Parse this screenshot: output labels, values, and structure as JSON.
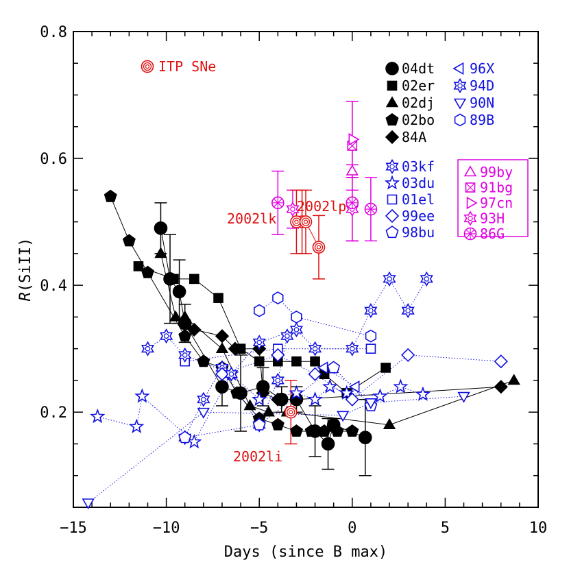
{
  "chart_data": {
    "type": "scatter",
    "xlabel": "Days (since B max)",
    "ylabel_prefix": "R",
    "ylabel_suffix": "(SiII)",
    "xlim": [
      -15,
      10
    ],
    "ylim": [
      0.05,
      0.8
    ],
    "xticks": [
      -15,
      -10,
      -5,
      0,
      5,
      10
    ],
    "yticks": [
      0.2,
      0.4,
      0.6,
      0.8
    ],
    "ytick_labels": [
      "0.2",
      "0.4",
      "0.6",
      "0.8"
    ],
    "grid": false,
    "colors": {
      "black": "#000000",
      "blue": "#1010e0",
      "magenta": "#e000e0",
      "red": "#e01010"
    },
    "itp_legend": "ITP SNe",
    "annotations": [
      "2002lp",
      "2002lk",
      "2002li"
    ],
    "series": [
      {
        "name": "04dt",
        "group": "black",
        "marker": "circle",
        "filled": true,
        "points": [
          [
            -10.3,
            0.49
          ],
          [
            -9.8,
            0.41
          ],
          [
            -9.3,
            0.39
          ],
          [
            -9.0,
            0.34
          ],
          [
            -7.0,
            0.24
          ],
          [
            -6.0,
            0.23
          ],
          [
            -4.8,
            0.24
          ],
          [
            -3.8,
            0.22
          ],
          [
            -3.0,
            0.22
          ],
          [
            -2.0,
            0.17
          ],
          [
            -1.3,
            0.15
          ],
          [
            -1.0,
            0.18
          ],
          [
            0.7,
            0.16
          ]
        ],
        "err": [
          0.04,
          0.07,
          0.05,
          0.03,
          0.03,
          0.06,
          0.03,
          0.02,
          0.02,
          0.04,
          0.04,
          0.01,
          0.06
        ]
      },
      {
        "name": "02er",
        "group": "black",
        "marker": "square",
        "filled": true,
        "points": [
          [
            -11.5,
            0.43
          ],
          [
            -9.6,
            0.41
          ],
          [
            -8.5,
            0.41
          ],
          [
            -7.2,
            0.38
          ],
          [
            -6.0,
            0.3
          ],
          [
            -5.0,
            0.28
          ],
          [
            -4.0,
            0.28
          ],
          [
            -3.0,
            0.28
          ],
          [
            -2.0,
            0.28
          ],
          [
            -1.5,
            0.26
          ],
          [
            -0.3,
            0.23
          ],
          [
            1.8,
            0.27
          ]
        ]
      },
      {
        "name": "02dj",
        "group": "black",
        "marker": "triangle",
        "filled": true,
        "points": [
          [
            -10.3,
            0.45
          ],
          [
            -9.5,
            0.35
          ],
          [
            -9.0,
            0.35
          ],
          [
            -7.0,
            0.3
          ],
          [
            -5.5,
            0.21
          ],
          [
            -4.5,
            0.2
          ],
          [
            -3.5,
            0.2
          ],
          [
            2.0,
            0.18
          ],
          [
            8.7,
            0.25
          ]
        ]
      },
      {
        "name": "02bo",
        "group": "black",
        "marker": "pentagon",
        "filled": true,
        "points": [
          [
            -13.0,
            0.54
          ],
          [
            -12.0,
            0.47
          ],
          [
            -11.0,
            0.42
          ],
          [
            -9.0,
            0.32
          ],
          [
            -8.0,
            0.28
          ],
          [
            -7.0,
            0.27
          ],
          [
            -6.2,
            0.23
          ],
          [
            -5.0,
            0.19
          ],
          [
            -4.0,
            0.18
          ],
          [
            -3.0,
            0.17
          ],
          [
            -2.2,
            0.17
          ],
          [
            -1.5,
            0.17
          ],
          [
            -0.8,
            0.17
          ],
          [
            0.0,
            0.17
          ]
        ]
      },
      {
        "name": "84A",
        "group": "black",
        "marker": "diamond",
        "filled": true,
        "points": [
          [
            -9.0,
            0.34
          ],
          [
            -8.5,
            0.33
          ],
          [
            -7.0,
            0.32
          ],
          [
            -6.3,
            0.3
          ],
          [
            -5.0,
            0.3
          ],
          [
            -4.8,
            0.23
          ],
          [
            -4.0,
            0.22
          ],
          [
            -3.0,
            0.22
          ],
          [
            8.0,
            0.24
          ]
        ]
      },
      {
        "name": "03kf",
        "group": "blue",
        "marker": "hexstar",
        "filled": false,
        "points": [
          [
            -9.0,
            0.16
          ],
          [
            -8.0,
            0.22
          ],
          [
            -7.0,
            0.27
          ],
          [
            -5.0,
            0.18
          ],
          [
            -4.0,
            0.25
          ],
          [
            -3.5,
            0.32
          ]
        ]
      },
      {
        "name": "03du",
        "group": "blue",
        "marker": "star",
        "filled": false,
        "points": [
          [
            -13.7,
            0.193
          ],
          [
            -11.6,
            0.177
          ],
          [
            -11.3,
            0.225
          ],
          [
            -8.5,
            0.153
          ],
          [
            -6.5,
            0.26
          ],
          [
            -5.0,
            0.22
          ],
          [
            -3.0,
            0.23
          ],
          [
            -2.0,
            0.22
          ],
          [
            -1.2,
            0.24
          ],
          [
            -0.3,
            0.23
          ],
          [
            1.5,
            0.225
          ],
          [
            2.6,
            0.24
          ],
          [
            3.8,
            0.228
          ]
        ]
      },
      {
        "name": "01el",
        "group": "blue",
        "marker": "square",
        "filled": false,
        "points": [
          [
            -9.0,
            0.28
          ],
          [
            -4.0,
            0.3
          ],
          [
            1.0,
            0.3
          ]
        ]
      },
      {
        "name": "99ee",
        "group": "blue",
        "marker": "diamond",
        "filled": false,
        "points": [
          [
            -7.0,
            0.26
          ],
          [
            -4.0,
            0.29
          ],
          [
            -2.0,
            0.26
          ],
          [
            0.0,
            0.22
          ],
          [
            3.0,
            0.29
          ],
          [
            8.0,
            0.28
          ]
        ]
      },
      {
        "name": "98bu",
        "group": "blue",
        "marker": "pentagon",
        "filled": false,
        "points": [
          [
            -9.0,
            0.16
          ],
          [
            -5.0,
            0.18
          ],
          [
            -1.0,
            0.27
          ],
          [
            1.0,
            0.21
          ]
        ]
      },
      {
        "name": "96X",
        "group": "blue",
        "marker": "triangle-left",
        "filled": false,
        "points": [
          [
            -1.5,
            0.27
          ],
          [
            0.2,
            0.24
          ]
        ]
      },
      {
        "name": "94D",
        "group": "blue",
        "marker": "hexstar",
        "filled": false,
        "points": [
          [
            -11.0,
            0.3
          ],
          [
            -10.0,
            0.32
          ],
          [
            -9.0,
            0.29
          ],
          [
            -6.5,
            0.26
          ],
          [
            -5.0,
            0.31
          ],
          [
            -3.0,
            0.33
          ],
          [
            -2.0,
            0.3
          ],
          [
            0.0,
            0.3
          ],
          [
            1.0,
            0.36
          ],
          [
            2.0,
            0.41
          ],
          [
            3.0,
            0.36
          ],
          [
            4.0,
            0.41
          ]
        ]
      },
      {
        "name": "90N",
        "group": "blue",
        "marker": "triangle-down",
        "filled": false,
        "points": [
          [
            -14.2,
            0.057
          ],
          [
            -8.0,
            0.2
          ],
          [
            -0.5,
            0.195
          ],
          [
            1.0,
            0.215
          ],
          [
            6.0,
            0.225
          ]
        ]
      },
      {
        "name": "89B",
        "group": "blue",
        "marker": "hexagon",
        "filled": false,
        "points": [
          [
            -5.0,
            0.36
          ],
          [
            -4.0,
            0.38
          ],
          [
            -3.0,
            0.35
          ],
          [
            1.0,
            0.32
          ]
        ]
      },
      {
        "name": "99by",
        "group": "magenta",
        "marker": "triangle",
        "filled": false,
        "points": [
          [
            0.0,
            0.58
          ]
        ],
        "err": [
          0.11
        ]
      },
      {
        "name": "91bg",
        "group": "magenta",
        "marker": "square-x",
        "filled": false,
        "points": [
          [
            0.0,
            0.62
          ]
        ],
        "err": [
          0.07
        ]
      },
      {
        "name": "97cn",
        "group": "magenta",
        "marker": "triangle-right",
        "filled": false,
        "points": [
          [
            0.0,
            0.63
          ]
        ],
        "err": [
          0.06
        ]
      },
      {
        "name": "93H",
        "group": "magenta",
        "marker": "hexstar",
        "filled": false,
        "points": [
          [
            -3.2,
            0.52
          ],
          [
            0.0,
            0.52
          ]
        ],
        "err": [
          0.03,
          0.05
        ]
      },
      {
        "name": "86G",
        "group": "magenta",
        "marker": "asterisk",
        "filled": false,
        "points": [
          [
            -4.0,
            0.53
          ],
          [
            0.0,
            0.53
          ],
          [
            1.0,
            0.52
          ]
        ],
        "err": [
          0.05,
          0.06,
          0.05
        ]
      },
      {
        "name": "2002lk",
        "group": "red",
        "marker": "bullseye",
        "filled": false,
        "points": [
          [
            -2.7,
            0.5
          ]
        ],
        "err": [
          0.05
        ]
      },
      {
        "name": "2002lp",
        "group": "red",
        "marker": "bullseye",
        "filled": false,
        "points": [
          [
            -3.0,
            0.5
          ],
          [
            -2.5,
            0.5
          ],
          [
            -1.8,
            0.46
          ]
        ],
        "err": [
          0.05,
          0.05,
          0.05
        ]
      },
      {
        "name": "2002li",
        "group": "red",
        "marker": "bullseye",
        "filled": false,
        "points": [
          [
            -3.3,
            0.2
          ]
        ],
        "err": [
          0.05
        ]
      }
    ],
    "legend": {
      "black": [
        "04dt",
        "02er",
        "02dj",
        "02bo",
        "84A"
      ],
      "blue_right": [
        "96X",
        "94D",
        "90N",
        "89B"
      ],
      "blue_left": [
        "03kf",
        "03du",
        "01el",
        "99ee",
        "98bu"
      ],
      "magenta": [
        "99by",
        "91bg",
        "97cn",
        "93H",
        "86G"
      ]
    }
  }
}
